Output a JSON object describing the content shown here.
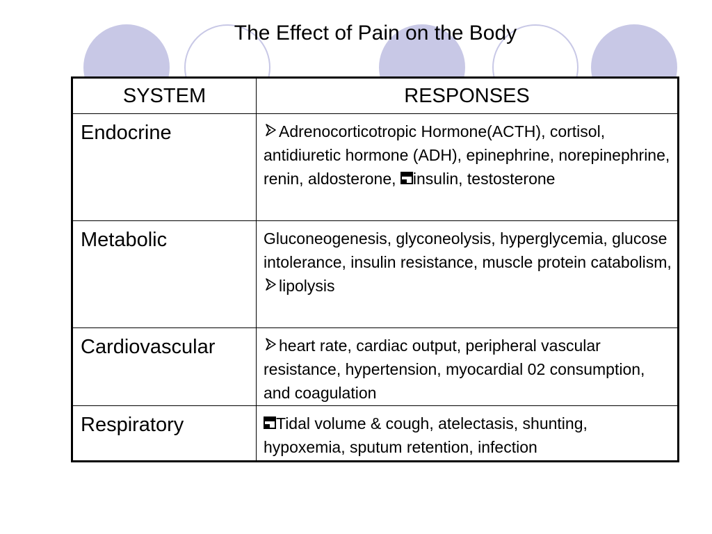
{
  "title": "The Effect of Pain on the Body",
  "colors": {
    "circle": "#c8c8e6",
    "border": "#000000"
  },
  "table": {
    "headers": {
      "system": "SYSTEM",
      "responses": "RESPONSES"
    },
    "rows": [
      {
        "system": "Endocrine",
        "resp_a": "Adrenocorticotropic Hormone(ACTH), cortisol, antidiuretic hormone (ADH), epinephrine, norepinephrine, renin, aldosterone, ",
        "resp_b": "insulin, testosterone",
        "icons": [
          "increase-symbol-icon",
          "decrease-symbol-icon"
        ]
      },
      {
        "system": "Metabolic",
        "resp_a": "Gluconeogenesis, glyconeolysis, hyperglycemia, glucose intolerance, insulin resistance, muscle protein catabolism, ",
        "resp_b": "lipolysis",
        "icons": [
          "increase-symbol-icon"
        ]
      },
      {
        "system": "Cardiovascular",
        "resp_a": "heart rate, cardiac output, peripheral vascular resistance, hypertension, myocardial 02 consumption, and coagulation",
        "icons": [
          "increase-symbol-icon"
        ]
      },
      {
        "system": "Respiratory",
        "resp_a": "Tidal volume & cough, atelectasis, shunting, hypoxemia, sputum retention, infection",
        "icons": [
          "decrease-symbol-icon"
        ]
      }
    ]
  }
}
